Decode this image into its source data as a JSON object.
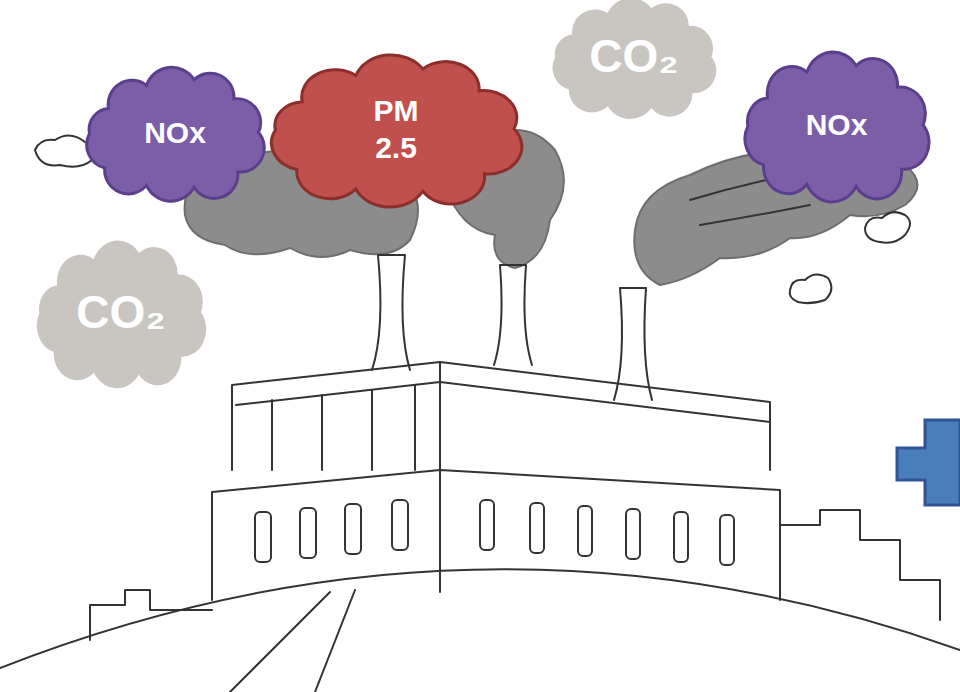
{
  "diagram": {
    "nodes": [
      {
        "text": [
          "NOx"
        ]
      },
      {
        "text": [
          "PM 2.5"
        ]
      },
      {
        "text": [
          "CO₂"
        ]
      },
      {
        "text": [
          "NOx"
        ]
      },
      {
        "text": [
          "CO₂"
        ]
      }
    ]
  }
}
